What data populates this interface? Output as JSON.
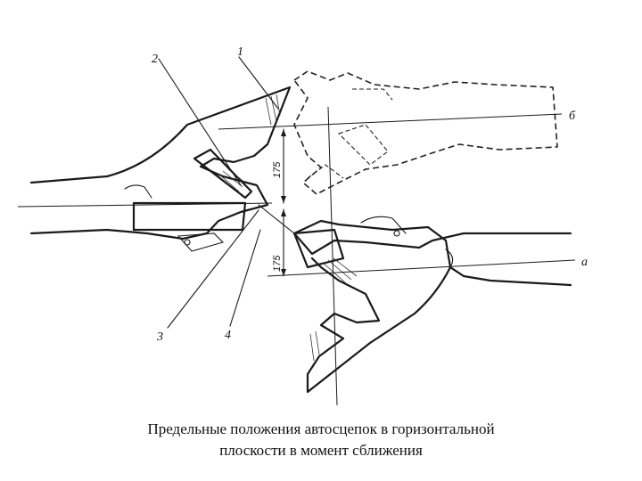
{
  "labels": {
    "part_1": "1",
    "part_2": "2",
    "part_3": "3",
    "part_4": "4",
    "axis_a": "а",
    "axis_b": "б",
    "dim_upper": "175",
    "dim_lower": "175"
  },
  "caption": {
    "line1": "Предельные положения автосцепок в горизонтальной",
    "line2": "плоскости в момент сближения"
  }
}
